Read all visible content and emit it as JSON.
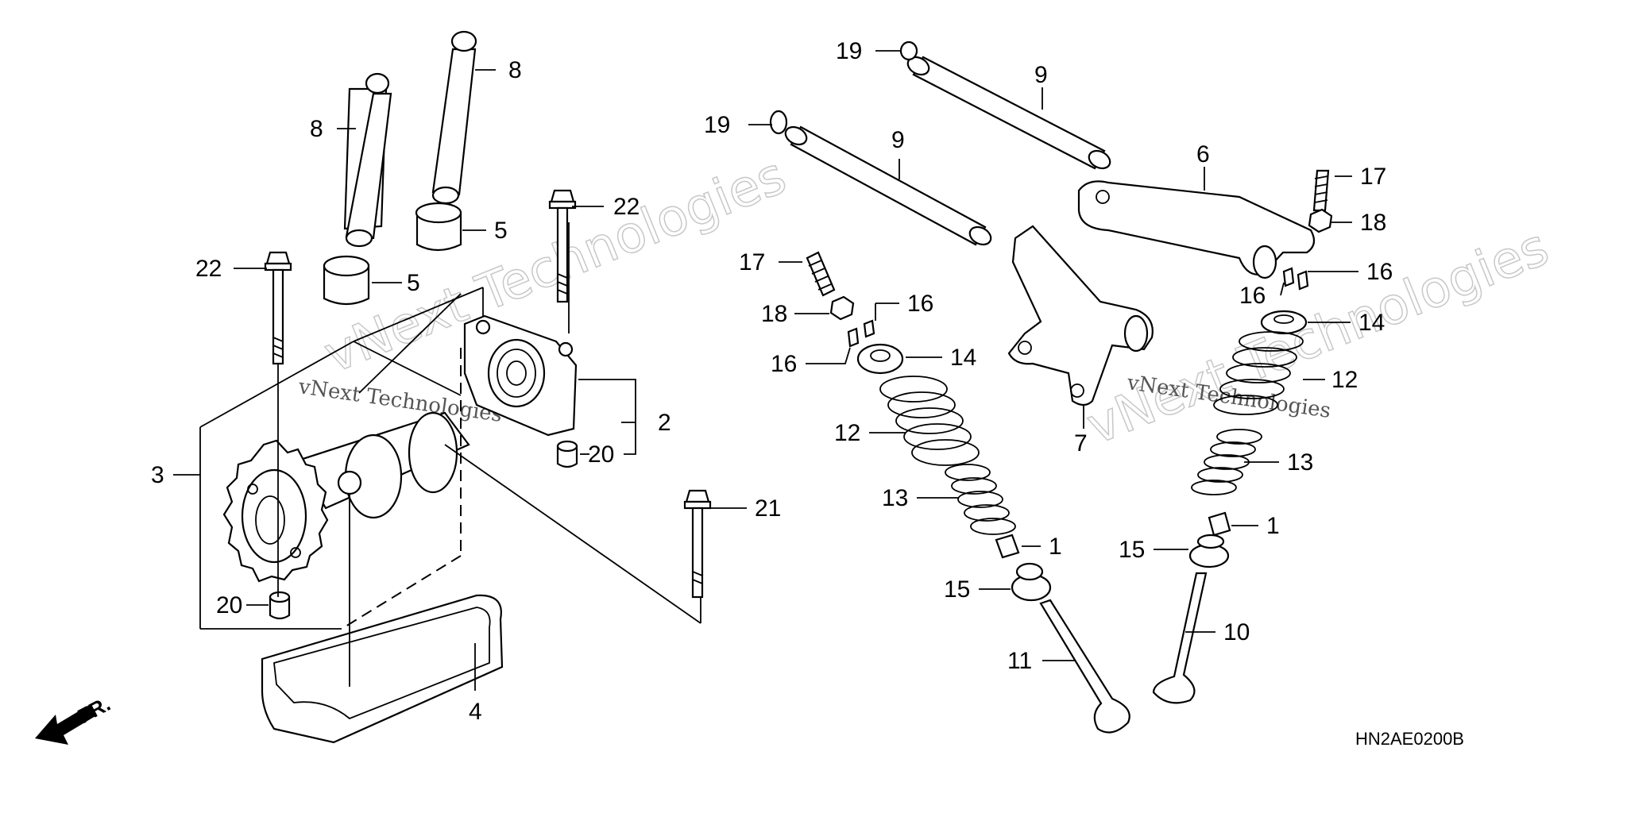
{
  "diagram": {
    "diagram_code": "HN2AE0200B",
    "direction_label": "FR.",
    "watermarks": [
      "vNext Technologies",
      "vNext Technologies"
    ],
    "callouts": {
      "c1a": "1",
      "c1b": "1",
      "c2": "2",
      "c3": "3",
      "c4": "4",
      "c5a": "5",
      "c5b": "5",
      "c6": "6",
      "c7": "7",
      "c8a": "8",
      "c8b": "8",
      "c9a": "9",
      "c9b": "9",
      "c10": "10",
      "c11": "11",
      "c12a": "12",
      "c12b": "12",
      "c13a": "13",
      "c13b": "13",
      "c14a": "14",
      "c14b": "14",
      "c15a": "15",
      "c15b": "15",
      "c16a": "16",
      "c16b": "16",
      "c16c": "16",
      "c16d": "16",
      "c17a": "17",
      "c17b": "17",
      "c18a": "18",
      "c18b": "18",
      "c19a": "19",
      "c19b": "19",
      "c20a": "20",
      "c20b": "20",
      "c21": "21",
      "c22a": "22",
      "c22b": "22"
    }
  }
}
